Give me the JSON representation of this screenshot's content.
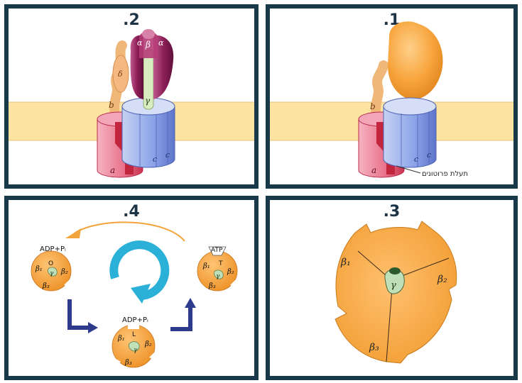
{
  "panels": {
    "p1": {
      "number": ".1",
      "label_b": "b",
      "label_a": "a",
      "label_c1": "c",
      "label_c2": "c",
      "proton_channel": "תעלת פרוטונים"
    },
    "p2": {
      "number": ".2",
      "alpha1": "α",
      "beta": "β",
      "alpha2": "α",
      "delta": "δ",
      "gamma": "γ",
      "label_b": "b",
      "label_a": "a",
      "label_c1": "c",
      "label_c2": "c"
    },
    "p3": {
      "number": ".3",
      "beta1": "β₁",
      "beta2": "β₂",
      "beta3": "β₃",
      "gamma": "γ"
    },
    "p4": {
      "number": ".4",
      "left": {
        "top_label": "ADP+Pᵢ",
        "state": "O",
        "beta1": "β₁",
        "beta2": "β₂",
        "beta3": "β₃",
        "gamma": "γ"
      },
      "bottom": {
        "top_label": "ADP+Pᵢ",
        "state": "L",
        "beta1": "β₁",
        "beta2": "β₂",
        "beta3": "β₃",
        "gamma": "γ"
      },
      "right": {
        "top_label": "ATP",
        "state": "T",
        "beta1": "β₁",
        "beta2": "β₂",
        "beta3": "β₃",
        "gamma": "γ"
      }
    }
  },
  "colors": {
    "frame": "#17394a",
    "membrane": "#fde3a1",
    "orange": "#f5a33a",
    "red_subunit": "#e8556f",
    "blue_subunit": "#8aa3e8",
    "purple_subunit": "#9a2a66",
    "gamma_green": "#bfe0b8",
    "cycle_cyan": "#2bb0d8",
    "arrow_navy": "#2e3a8c"
  }
}
